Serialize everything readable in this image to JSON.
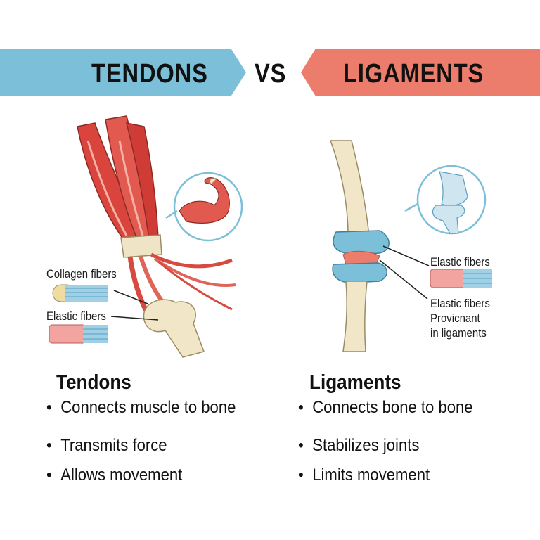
{
  "header": {
    "left_title": "TENDONS",
    "vs": "VS",
    "right_title": "LIGAMENTS",
    "left_color": "#7cbfd8",
    "right_color": "#ec7d6c"
  },
  "tendon_labels": {
    "collagen": "Collagen fibers",
    "elastic": "Elastic fibers"
  },
  "ligament_labels": {
    "elastic_1": "Elastic fibers",
    "elastic_2": "Elastic fibers",
    "provicnant": "Provicnant",
    "in_ligaments": "in ligaments"
  },
  "tendons": {
    "title": "Tendons",
    "points": [
      "Connects muscle to bone",
      "Transmits force",
      "Allows movement"
    ]
  },
  "ligaments": {
    "title": "Ligaments",
    "points": [
      "Connects bone to bone",
      "Stabilizes joints",
      "Limits movement"
    ]
  }
}
